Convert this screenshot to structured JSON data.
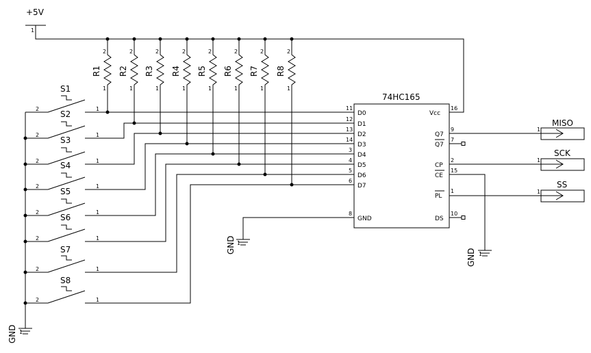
{
  "power": {
    "vcc_label": "+5V",
    "vcc_pin": "1"
  },
  "gnd_label": "GND",
  "resistors": [
    {
      "ref": "R1",
      "pin_top": "2",
      "pin_bottom": "1"
    },
    {
      "ref": "R2",
      "pin_top": "2",
      "pin_bottom": "1"
    },
    {
      "ref": "R3",
      "pin_top": "2",
      "pin_bottom": "1"
    },
    {
      "ref": "R4",
      "pin_top": "2",
      "pin_bottom": "1"
    },
    {
      "ref": "R5",
      "pin_top": "2",
      "pin_bottom": "1"
    },
    {
      "ref": "R6",
      "pin_top": "2",
      "pin_bottom": "1"
    },
    {
      "ref": "R7",
      "pin_top": "2",
      "pin_bottom": "1"
    },
    {
      "ref": "R8",
      "pin_top": "2",
      "pin_bottom": "1"
    }
  ],
  "switches": [
    {
      "ref": "S1",
      "pin_left": "2",
      "pin_right": "1"
    },
    {
      "ref": "S2",
      "pin_left": "2",
      "pin_right": "1"
    },
    {
      "ref": "S3",
      "pin_left": "2",
      "pin_right": "1"
    },
    {
      "ref": "S4",
      "pin_left": "2",
      "pin_right": "1"
    },
    {
      "ref": "S5",
      "pin_left": "2",
      "pin_right": "1"
    },
    {
      "ref": "S6",
      "pin_left": "2",
      "pin_right": "1"
    },
    {
      "ref": "S7",
      "pin_left": "2",
      "pin_right": "1"
    },
    {
      "ref": "S8",
      "pin_left": "2",
      "pin_right": "1"
    }
  ],
  "chip": {
    "name": "74HC165",
    "left_pins": [
      {
        "num": "11",
        "label": "D0"
      },
      {
        "num": "12",
        "label": "D1"
      },
      {
        "num": "13",
        "label": "D2"
      },
      {
        "num": "14",
        "label": "D3"
      },
      {
        "num": "3",
        "label": "D4"
      },
      {
        "num": "4",
        "label": "D5"
      },
      {
        "num": "5",
        "label": "D6"
      },
      {
        "num": "6",
        "label": "D7"
      }
    ],
    "gnd_pin": {
      "num": "8",
      "label": "GND"
    },
    "right_pins": [
      {
        "num": "16",
        "label": "Vcc"
      },
      {
        "num": "9",
        "label": "Q7"
      },
      {
        "num": "7",
        "label": "Q7"
      },
      {
        "num": "2",
        "label": "CP"
      },
      {
        "num": "15",
        "label": "CE"
      },
      {
        "num": "1",
        "label": "PL"
      },
      {
        "num": "10",
        "label": "DS"
      }
    ]
  },
  "ports": [
    {
      "name": "MISO",
      "pin": "1"
    },
    {
      "name": "SCK",
      "pin": "1"
    },
    {
      "name": "SS",
      "pin": "1"
    }
  ]
}
